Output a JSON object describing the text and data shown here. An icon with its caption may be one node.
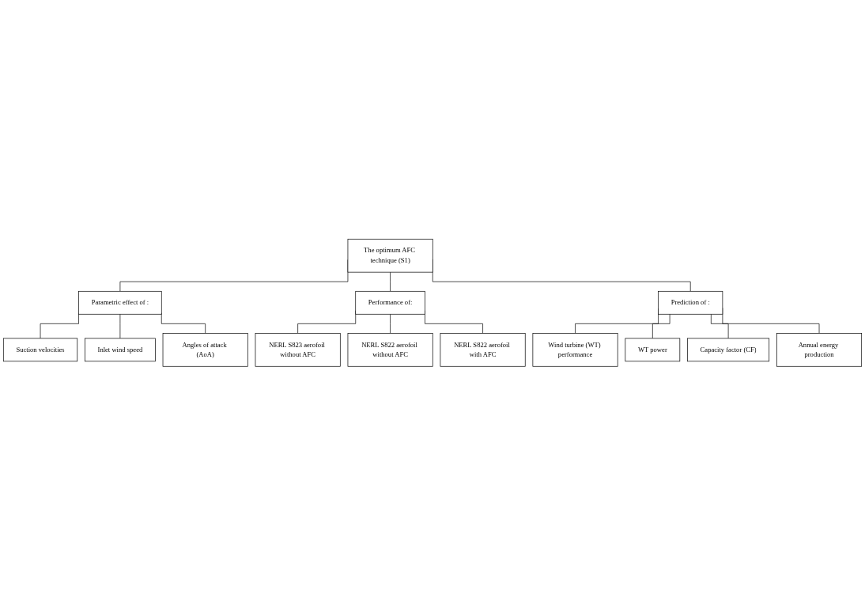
{
  "diagram": {
    "nodes": [
      {
        "text": [
          "The optimum AFC technique (S1)"
        ]
      },
      {
        "text": [
          "Parametric effect of :"
        ]
      },
      {
        "text": [
          "Performance of:"
        ]
      },
      {
        "text": [
          "Prediction of :"
        ]
      },
      {
        "text": [
          "Suction velocities"
        ]
      },
      {
        "text": [
          "Inlet wind speed"
        ]
      },
      {
        "text": [
          "Angles of attack (AoA)"
        ]
      },
      {
        "text": [
          "NERL S823 aerofoil without AFC"
        ]
      },
      {
        "text": [
          "NERL S822 aerofoil without AFC"
        ]
      },
      {
        "text": [
          "NERL S822 aerofoil with AFC"
        ]
      },
      {
        "text": [
          "Wind turbine (WT) performance"
        ]
      },
      {
        "text": [
          "WT power"
        ]
      },
      {
        "text": [
          "Capacity factor (CF)"
        ]
      },
      {
        "text": [
          "Annual energy production"
        ]
      }
    ],
    "edges": [
      {
        "from": 0,
        "to": 1,
        "arrow": "none"
      },
      {
        "from": 0,
        "to": 2,
        "arrow": "none"
      },
      {
        "from": 0,
        "to": 3,
        "arrow": "none"
      },
      {
        "from": 1,
        "to": 4,
        "arrow": "none"
      },
      {
        "from": 1,
        "to": 5,
        "arrow": "none"
      },
      {
        "from": 1,
        "to": 6,
        "arrow": "none"
      },
      {
        "from": 2,
        "to": 7,
        "arrow": "none"
      },
      {
        "from": 2,
        "to": 8,
        "arrow": "none"
      },
      {
        "from": 2,
        "to": 9,
        "arrow": "none"
      },
      {
        "from": 3,
        "to": 10,
        "arrow": "none"
      },
      {
        "from": 3,
        "to": 11,
        "arrow": "none"
      },
      {
        "from": 3,
        "to": 12,
        "arrow": "none"
      },
      {
        "from": 3,
        "to": 13,
        "arrow": "none"
      }
    ]
  }
}
